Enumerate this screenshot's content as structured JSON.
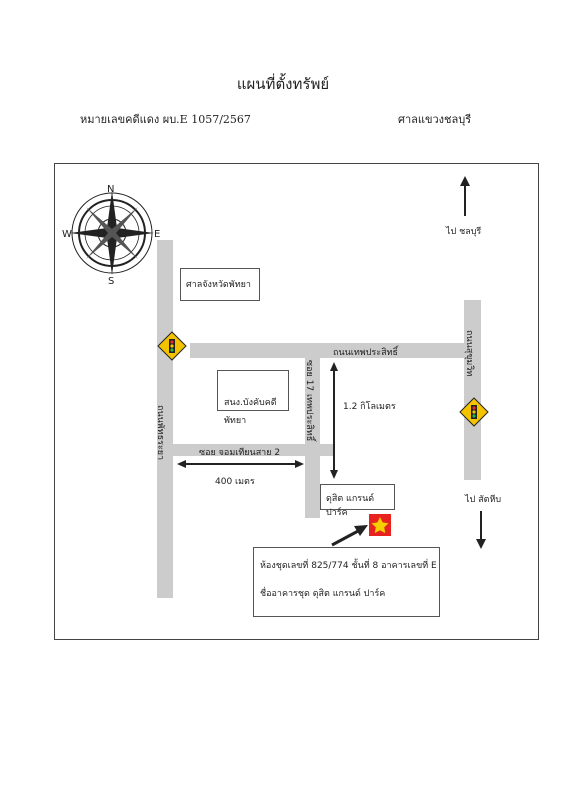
{
  "header": {
    "title": "แผนที่ตั้งทรัพย์",
    "case_label": "หมายเลขคดีแดง   ผบ.E 1057/2567",
    "court": "ศาลแขวงชลบุรี"
  },
  "compass": {
    "n": "N",
    "s": "S",
    "e": "E",
    "w": "W"
  },
  "directions": {
    "north": "ไป ชลบุรี",
    "south": "ไป สัตหีบ"
  },
  "roads": {
    "main_horizontal": "ถนนเทพประสิทธิ์",
    "left_vertical": "ถนนพัทธระยา",
    "right_vertical": "ถนนสุขุมวิท",
    "soi_17": "ซอย 17 เทพประสิทธิ์",
    "soi_jomtien": "ซอย จอมเทียนสาย 2"
  },
  "landmarks": {
    "court_building": "ศาลจังหวัดพัทยา",
    "police": "สนง.บังคับคดี\nพัทยา",
    "condo": "ดุสิต แกรนด์ ปาร์ค"
  },
  "distances": {
    "vertical": "1.2 กิโลเมตร",
    "horizontal": "400 เมตร"
  },
  "property": {
    "line1": "ห้องชุดเลขที่  825/774 ชั้นที่ 8 อาคารเลขที่ E",
    "line2": "ชื่ออาคารชุด ดุสิต แกรนด์ ปาร์ค"
  },
  "colors": {
    "road": "#cccccc",
    "star_bg": "#e8231f",
    "star": "#f5d000",
    "sign": "#f3c300"
  }
}
